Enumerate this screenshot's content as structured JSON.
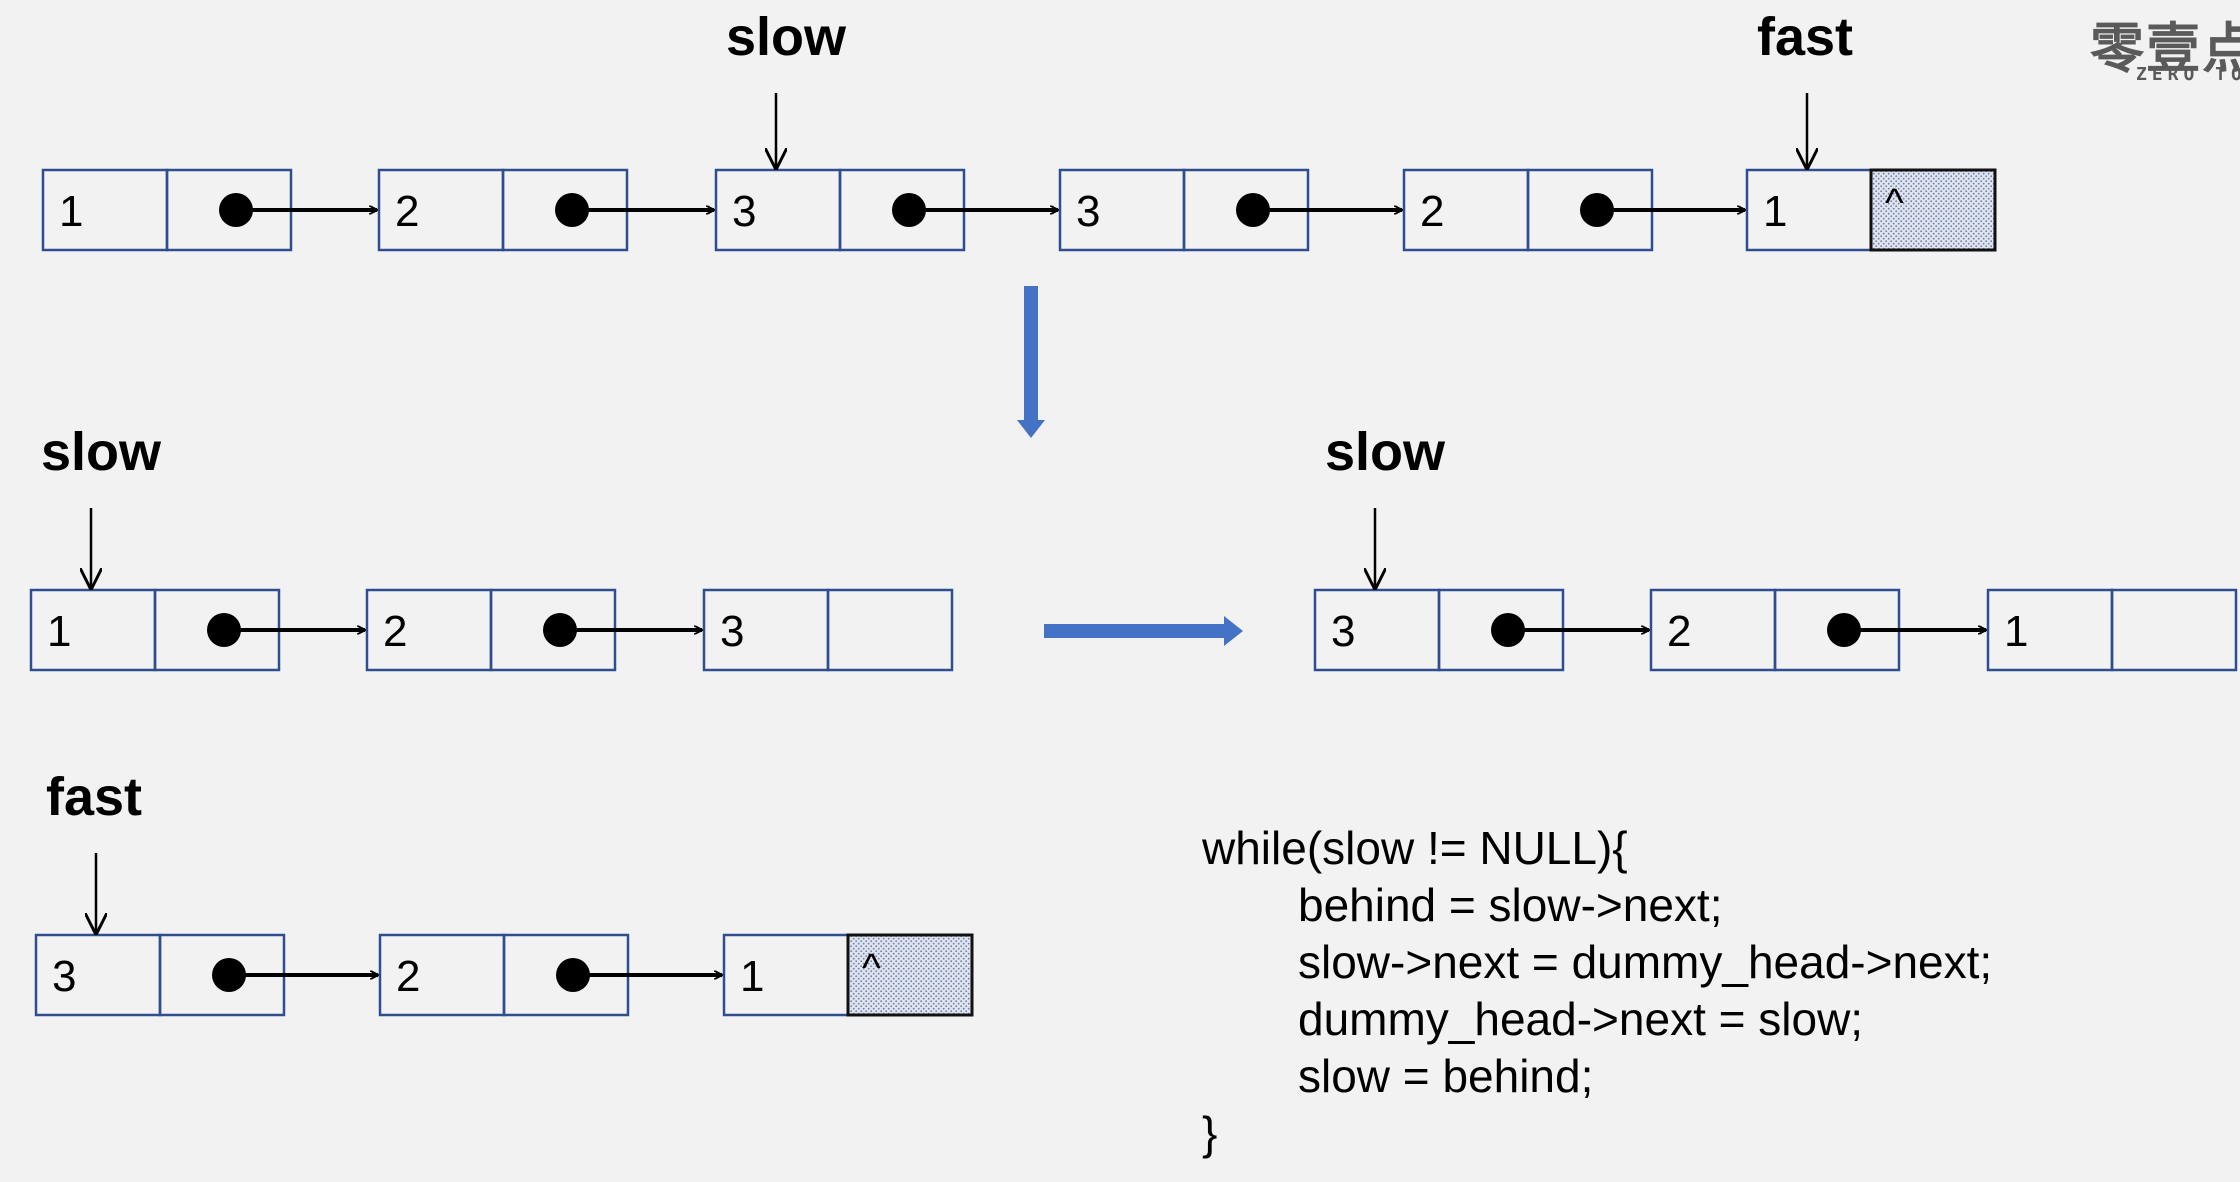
{
  "top_list": {
    "nodes": [
      "1",
      "2",
      "3",
      "3",
      "2",
      "1"
    ],
    "null_marker": "^",
    "pointers": [
      {
        "label": "slow",
        "node": 2
      },
      {
        "label": "fast",
        "node": 5
      }
    ]
  },
  "left_list": {
    "nodes": [
      "1",
      "2",
      "3"
    ],
    "pointers": [
      {
        "label": "slow",
        "node": 0
      }
    ]
  },
  "right_list": {
    "nodes": [
      "3",
      "2",
      "1"
    ],
    "pointers": [
      {
        "label": "slow",
        "node": 0
      }
    ]
  },
  "bottom_list": {
    "nodes": [
      "3",
      "2",
      "1"
    ],
    "null_marker": "^",
    "pointers": [
      {
        "label": "fast",
        "node": 0
      }
    ]
  },
  "code": {
    "lines": [
      "while(slow != NULL){",
      "behind = slow->next;",
      "slow->next = dummy_head->next;",
      "dummy_head->next = slow;",
      "slow = behind;",
      "}"
    ]
  },
  "logo": {
    "cjk": "零壹点",
    "latin": "ZERO TO"
  },
  "colors": {
    "node_border": "#2f4e8f",
    "flow_arrow": "#4472c4",
    "null_fill": "#c9d1e3"
  }
}
